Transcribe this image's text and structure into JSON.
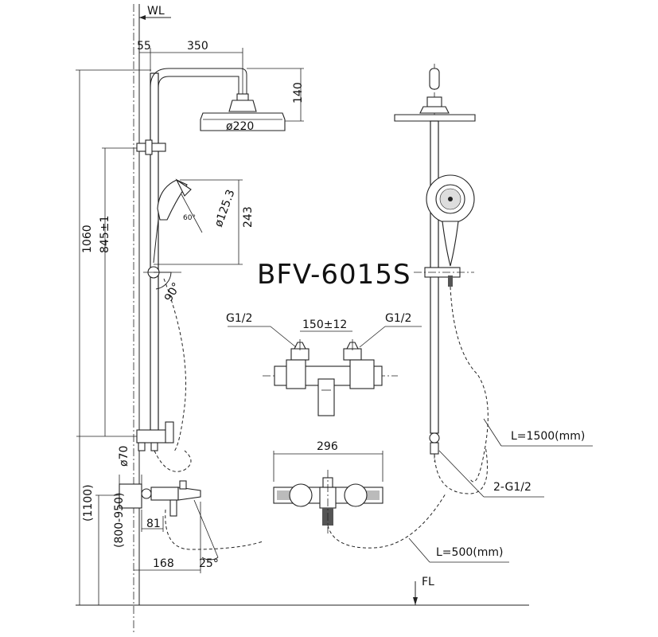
{
  "model": "BFV-6015S",
  "labels": {
    "wall": "WL",
    "floor": "FL"
  },
  "dimensions": {
    "wall_offset": "55",
    "arm_length": "350",
    "head_drop": "140",
    "head_diameter": "ø220",
    "hand_shower_diameter": "ø125.3",
    "hand_shower_angle": "60°",
    "hand_shower_height": "243",
    "rotation_angle": "90°",
    "total_height": "1060",
    "rail_height": "845±1",
    "flange_diameter": "ø70",
    "spout_depth": "81",
    "spout_reach": "168",
    "spout_angle": "25°",
    "install_height": "(1100)",
    "install_range": "(800-950)",
    "inlet_left": "G1/2",
    "inlet_right": "G1/2",
    "inlet_spacing": "150±12",
    "body_width": "296",
    "hose_long": "L=1500(mm)",
    "hose_short": "L=500(mm)",
    "outlet_thread": "2-G1/2"
  }
}
